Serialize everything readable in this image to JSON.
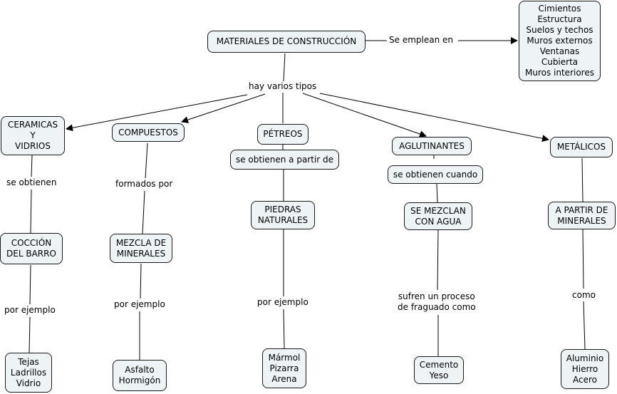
{
  "diagram": {
    "root": "MATERIALES DE CONSTRUCCIÓN",
    "root_link": "Se emplean en",
    "uses": "Cimientos\nEstructura\nSuelos y techos\nMuros externos\nVentanas\nCubierta\nMuros interiores",
    "types_link": "hay varios tipos",
    "branches": [
      {
        "type": "CERAMICAS\nY\nVIDRIOS",
        "link1": "se obtienen",
        "concept": "COCCIÓN\nDEL BARRO",
        "link2": "por ejemplo",
        "examples": "Tejas\nLadrillos\nVidrio"
      },
      {
        "type": "COMPUESTOS",
        "link1": "formados por",
        "concept": "MEZCLA DE\nMINERALES",
        "link2": "por ejemplo",
        "examples": "Asfalto\nHormigón"
      },
      {
        "type": "PÉTREOS",
        "link1": "se obtienen a partir de",
        "concept": "PIEDRAS\nNATURALES",
        "link2": "por ejemplo",
        "examples": "Mármol\nPizarra\nArena"
      },
      {
        "type": "AGLUTINANTES",
        "link1": "se obtienen cuando",
        "concept": "SE MEZCLAN\nCON AGUA",
        "link2": "sufren un proceso\nde fraguado como",
        "examples": "Cemento\nYeso"
      },
      {
        "type": "METÁLICOS",
        "link1": "",
        "concept": "A PARTIR DE\nMINERALES",
        "link2": "como",
        "examples": "Aluminio\nHierro\nAcero"
      }
    ]
  },
  "colors": {
    "node_fill": "#eef3f5",
    "stroke": "#1a1a1a"
  }
}
